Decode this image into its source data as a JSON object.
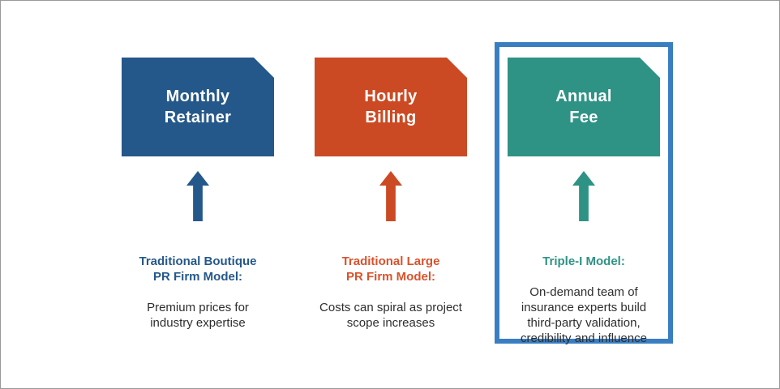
{
  "figure": {
    "background": "#ffffff",
    "frame_border_color": "#999999",
    "body_text_color": "#2e2e2e",
    "highlight_border_color": "#3a7ec2"
  },
  "columns": [
    {
      "id": "monthly-retainer",
      "card_title_lines": [
        "Monthly",
        "Retainer"
      ],
      "card_color": "#25588a",
      "arrow_color": "#25588a",
      "label_color": "#25588a",
      "label_lines": [
        "Traditional Boutique",
        "PR Firm Model:"
      ],
      "desc_lines": [
        "Premium prices for",
        "industry expertise"
      ]
    },
    {
      "id": "hourly-billing",
      "card_title_lines": [
        "Hourly",
        "Billing"
      ],
      "card_color": "#cb4a24",
      "arrow_color": "#cb4a24",
      "label_color": "#d9522c",
      "label_lines": [
        "Traditional Large",
        "PR Firm Model:"
      ],
      "desc_lines": [
        "Costs can spiral as project",
        "scope increases"
      ]
    },
    {
      "id": "annual-fee",
      "card_title_lines": [
        "Annual",
        "Fee"
      ],
      "card_color": "#2e9385",
      "arrow_color": "#2e9385",
      "label_color": "#2e9385",
      "label_lines": [
        "Triple-I Model:"
      ],
      "desc_lines": [
        "On-demand team of",
        "insurance experts build",
        "third-party validation,",
        "credibility and influence"
      ],
      "highlighted": true
    }
  ]
}
